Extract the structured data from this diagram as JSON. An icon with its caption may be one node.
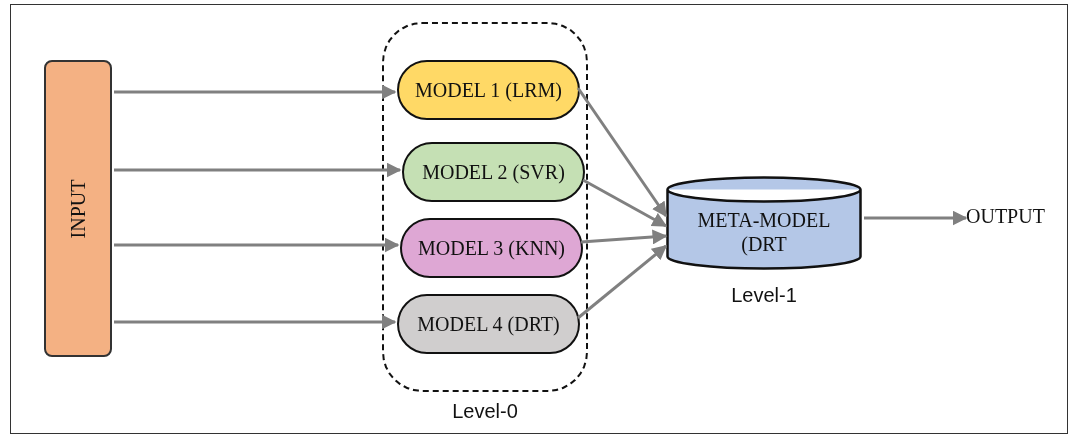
{
  "diagram": {
    "nodes": [
      {
        "text": [
          "INPUT"
        ]
      },
      {
        "text": [],
        "shape": "box",
        "beside": [
          "Level-0"
        ]
      },
      {
        "text": [
          "MODEL 1 (LRM)"
        ],
        "in": 1
      },
      {
        "text": [
          "MODEL 2 (SVR)"
        ],
        "in": 1
      },
      {
        "text": [
          "MODEL 3 (KNN)"
        ],
        "in": 1
      },
      {
        "text": [
          "MODEL 4 (DRT)"
        ],
        "in": 1
      },
      {
        "text": [
          "META-MODEL (DRT"
        ],
        "beside": [
          "Level-1"
        ]
      },
      {
        "text": [
          "OUTPUT"
        ]
      }
    ],
    "edges": [
      {
        "from": 0,
        "to": 2,
        "arrow": "to"
      },
      {
        "from": 0,
        "to": 3,
        "arrow": "to"
      },
      {
        "from": 0,
        "to": 4,
        "arrow": "to"
      },
      {
        "from": 0,
        "to": 5,
        "arrow": "to"
      },
      {
        "from": 2,
        "to": 6,
        "arrow": "to"
      },
      {
        "from": 3,
        "to": 6,
        "arrow": "to"
      },
      {
        "from": 4,
        "to": 6,
        "arrow": "to"
      },
      {
        "from": 5,
        "to": 6,
        "arrow": "to"
      },
      {
        "from": 6,
        "to": 7,
        "arrow": "to"
      }
    ]
  }
}
